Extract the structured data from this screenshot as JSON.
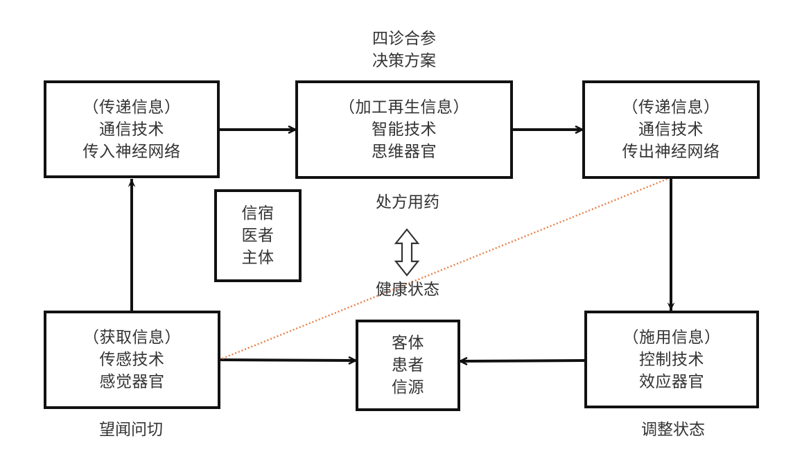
{
  "nodes": {
    "transmit_in": {
      "lines": [
        "（传递信息）",
        "通信技术",
        "传入神经网络"
      ]
    },
    "process": {
      "lines": [
        "（加工再生信息）",
        "智能技术",
        "思维器官"
      ]
    },
    "transmit_out": {
      "lines": [
        "（传递信息）",
        "通信技术",
        "传出神经网络"
      ]
    },
    "subject": {
      "lines": [
        "信宿",
        "医者",
        "主体"
      ]
    },
    "acquire": {
      "lines": [
        "（获取信息）",
        "传感技术",
        "感觉器官"
      ]
    },
    "object": {
      "lines": [
        "客体",
        "患者",
        "信源"
      ]
    },
    "apply": {
      "lines": [
        "（施用信息）",
        "控制技术",
        "效应器官"
      ]
    }
  },
  "labels": {
    "top_center": [
      "四诊合参",
      "决策方案"
    ],
    "prescription": "处方用药",
    "health_state": "健康状态",
    "bottom_left": "望闻问切",
    "bottom_right": "调整状态"
  },
  "edges": [
    {
      "from": "acquire",
      "to": "transmit_in",
      "style": "solid-arrow"
    },
    {
      "from": "transmit_in",
      "to": "process",
      "style": "solid-arrow"
    },
    {
      "from": "process",
      "to": "transmit_out",
      "style": "solid-arrow"
    },
    {
      "from": "transmit_out",
      "to": "apply",
      "style": "solid-arrow"
    },
    {
      "from": "apply",
      "to": "object",
      "style": "solid-arrow"
    },
    {
      "from": "acquire",
      "to": "object",
      "style": "solid-arrow"
    },
    {
      "from": "acquire",
      "to": "transmit_out",
      "style": "dotted-line"
    },
    {
      "from": "prescription",
      "to": "health_state",
      "style": "double-hollow-arrow"
    }
  ],
  "colors": {
    "stroke": "#111111",
    "dotted_line": "#e8804a",
    "text": "#333333"
  }
}
